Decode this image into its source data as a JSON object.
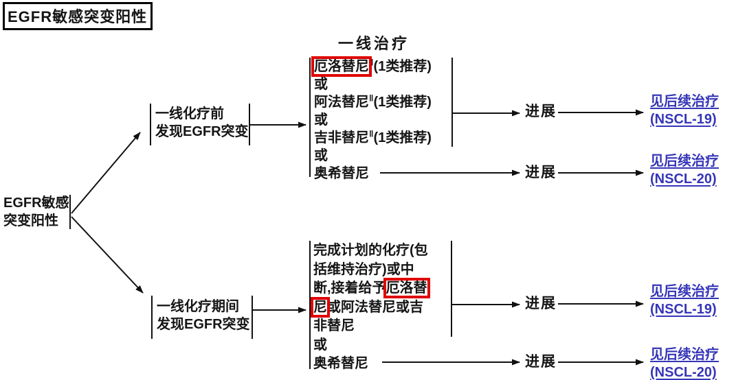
{
  "title": "EGFR敏感突变阳性",
  "column_header": "一线治疗",
  "root_node": {
    "line1": "EGFR敏感",
    "line2": "突变阳性"
  },
  "node_pre_chemo": {
    "line1": "一线化疗前",
    "line2": "发现EGFR突变"
  },
  "node_during_chemo": {
    "line1": "一线化疗期间",
    "line2": "发现EGFR突变"
  },
  "first_line_options": {
    "opt1": {
      "drug": "厄洛替尼",
      "sup": "‖",
      "rec": "(1类推荐)"
    },
    "or1": "或",
    "opt2": {
      "drug": "阿法替尼",
      "sup": "‖",
      "rec": "(1类推荐)"
    },
    "or2": "或",
    "opt3": {
      "drug": "吉非替尼",
      "sup": "‖",
      "rec": "(1类推荐)"
    },
    "or3": "或",
    "opt4": {
      "drug": "奥希替尼"
    }
  },
  "during_chemo_block": {
    "line1": "完成计划的化疗(包",
    "line2": "括维持治疗)或中",
    "line3_pre": "断,接着给予",
    "line3_boxed": "厄洛替",
    "line4_boxed": "尼",
    "line4_post": "或阿法替尼或吉",
    "line5": "非替尼",
    "line6": "或",
    "line7": "奥希替尼"
  },
  "progress_labels": [
    "进展",
    "进展",
    "进展",
    "进展"
  ],
  "links": [
    {
      "label": "见后续治疗",
      "ref": "(NSCL-19)"
    },
    {
      "label": "见后续治疗",
      "ref": "(NSCL-20)"
    },
    {
      "label": "见后续治疗",
      "ref": "(NSCL-19)"
    },
    {
      "label": "见后续治疗",
      "ref": "(NSCL-20)"
    }
  ],
  "colors": {
    "link_blue": "#3535b8",
    "highlight_red": "#e00000",
    "line_black": "#111111"
  }
}
